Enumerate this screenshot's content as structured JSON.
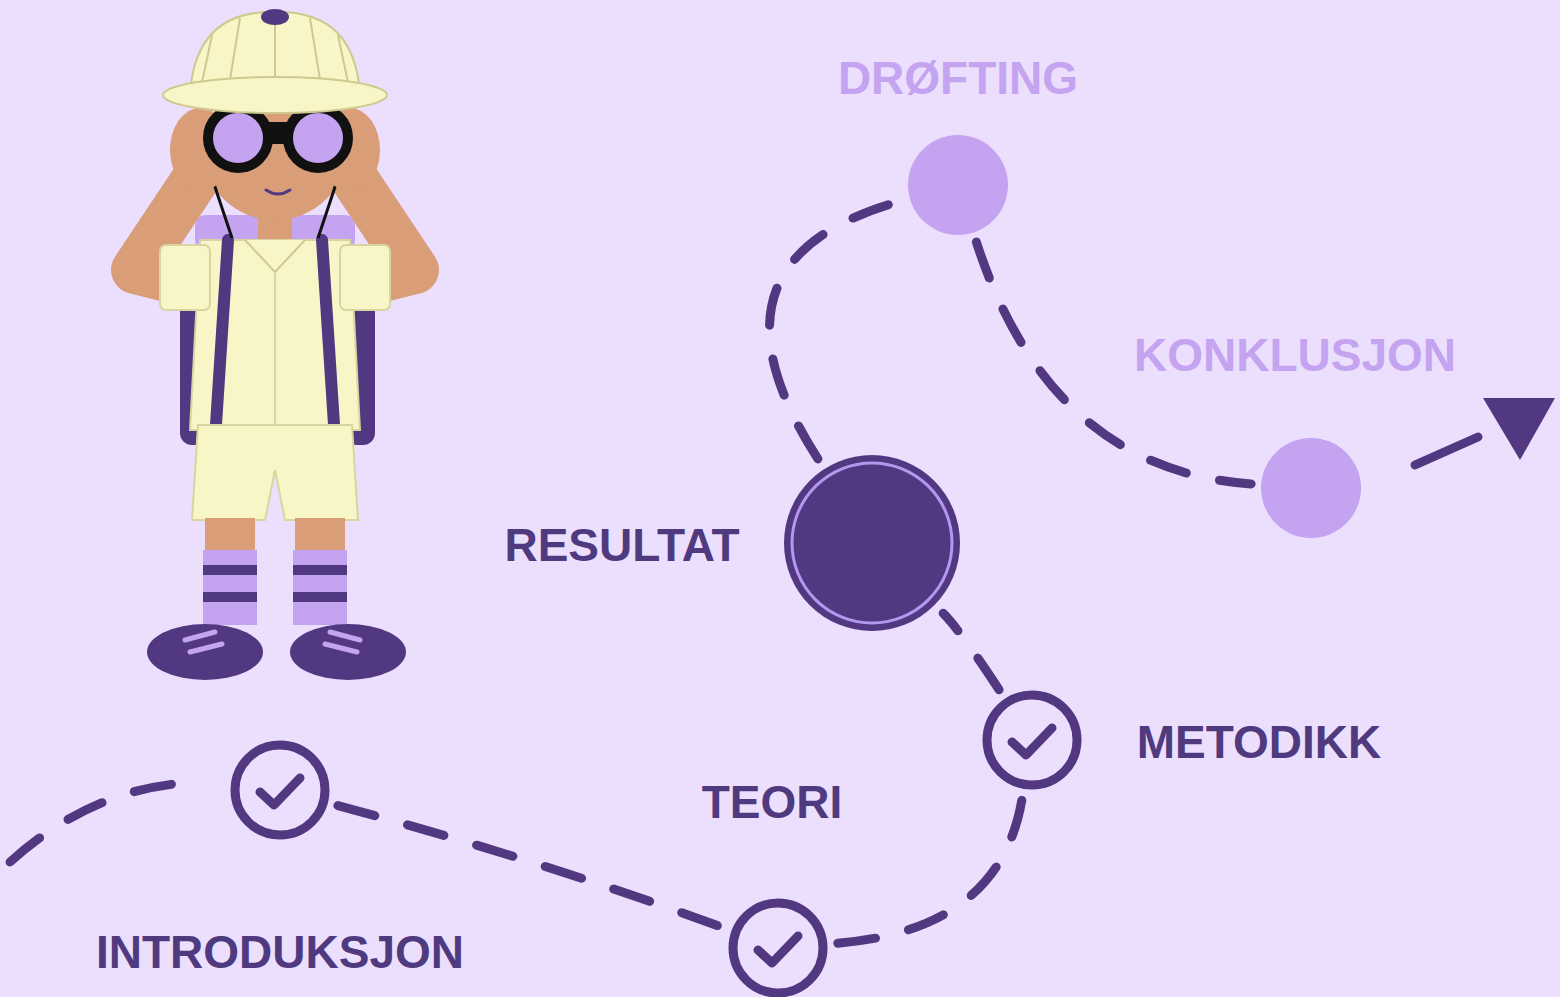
{
  "diagram": {
    "nodes": [
      {
        "text": [
          "INTRODUKSJON"
        ]
      },
      {
        "text": [
          "TEORI"
        ]
      },
      {
        "text": [
          "METODIKK"
        ]
      },
      {
        "text": [
          "RESULTAT"
        ]
      },
      {
        "text": [
          "DRØFTING"
        ]
      },
      {
        "text": [
          "KONKLUSJON"
        ]
      }
    ],
    "edges": [
      {
        "from": 0,
        "to": 1,
        "arrow": "none"
      },
      {
        "from": 1,
        "to": 2,
        "arrow": "none"
      },
      {
        "from": 2,
        "to": 3,
        "arrow": "none"
      },
      {
        "from": 3,
        "to": 4,
        "arrow": "none"
      },
      {
        "from": 4,
        "to": 5,
        "arrow": "none"
      }
    ]
  }
}
